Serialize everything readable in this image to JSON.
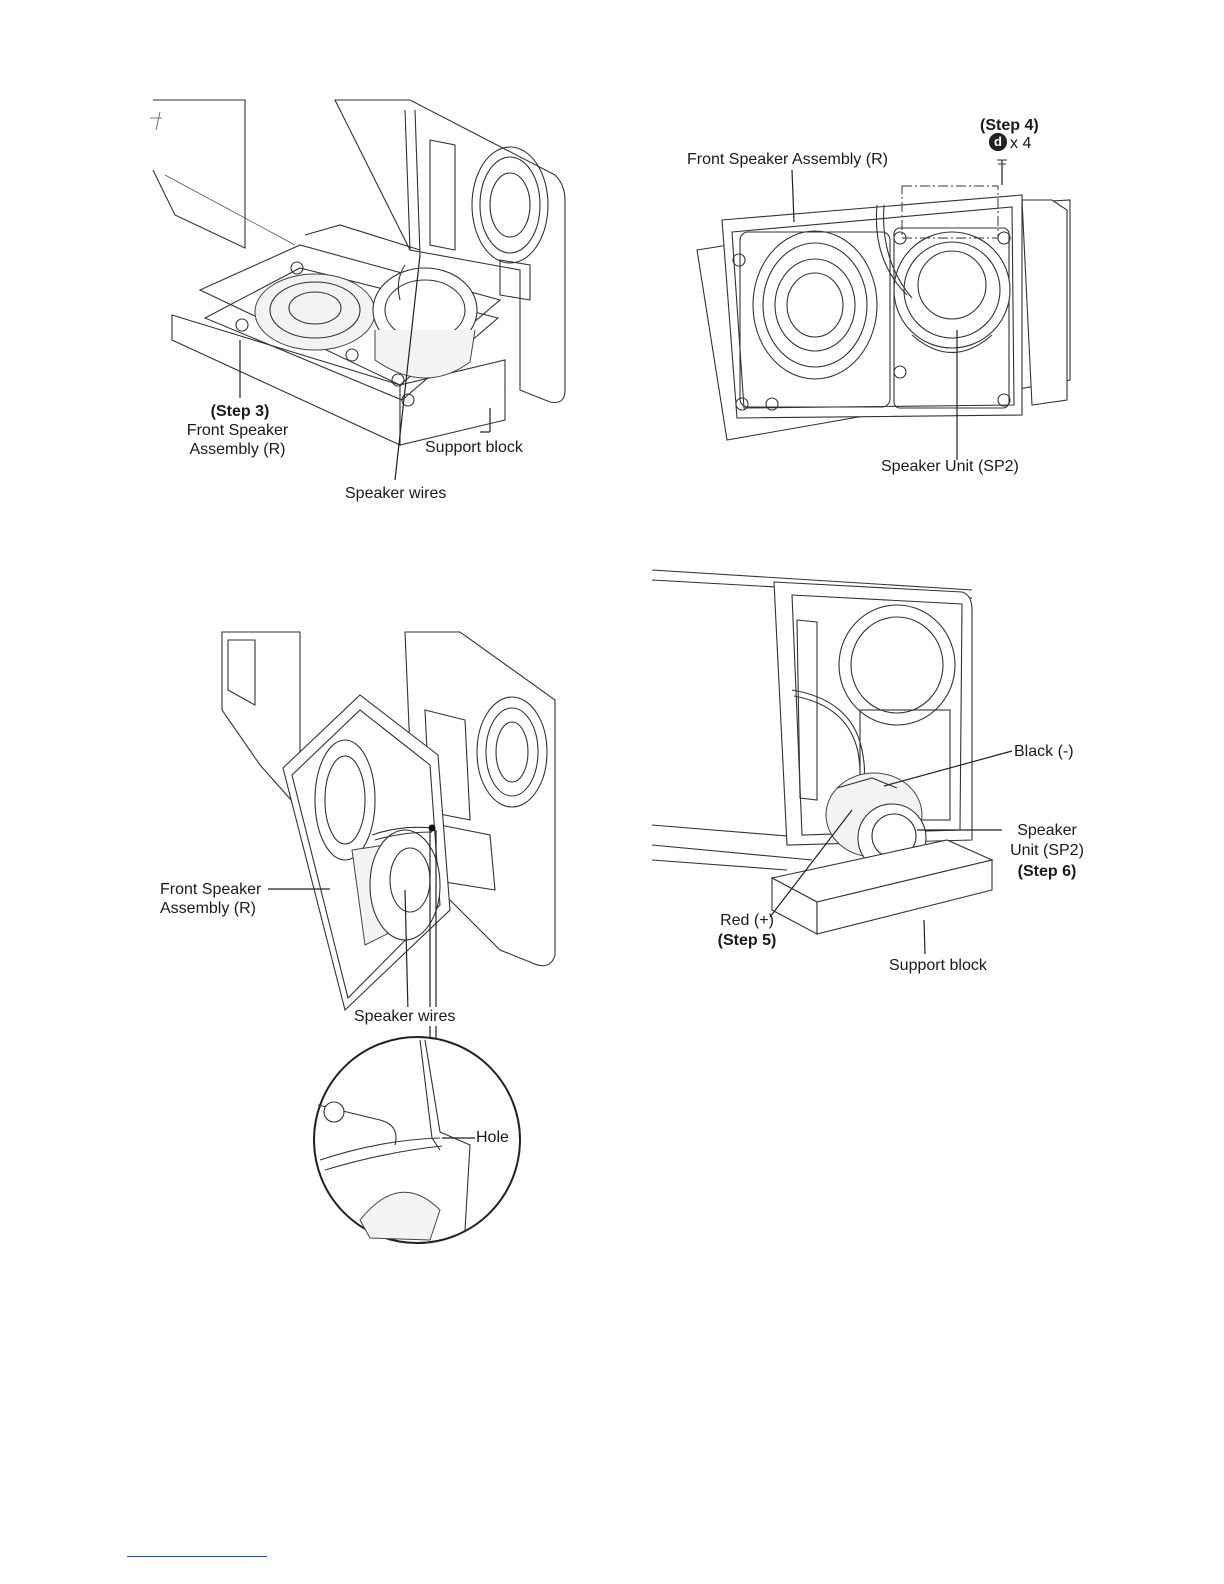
{
  "panels": {
    "top_left": {
      "step_label": "(Step 3)",
      "assembly_line1": "Front Speaker",
      "assembly_line2": "Assembly (R)",
      "support_block": "Support block",
      "speaker_wires": "Speaker wires"
    },
    "top_right": {
      "step_label": "(Step 4)",
      "screw_icon_letter": "d",
      "screw_count": "x 4",
      "assembly": "Front Speaker Assembly (R)",
      "speaker_unit": "Speaker Unit (SP2)"
    },
    "bottom_left": {
      "assembly_line1": "Front Speaker",
      "assembly_line2": "Assembly (R)",
      "speaker_wires": "Speaker wires",
      "hole": "Hole"
    },
    "bottom_right": {
      "black": "Black (-)",
      "speaker_line1": "Speaker",
      "speaker_line2": "Unit (SP2)",
      "step6": "(Step 6)",
      "red": "Red (+)",
      "step5": "(Step 5)",
      "support_block": "Support block"
    }
  }
}
